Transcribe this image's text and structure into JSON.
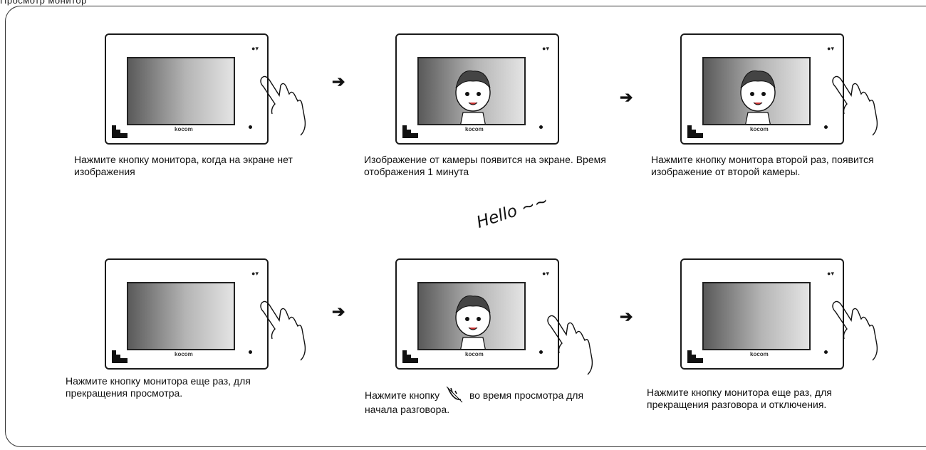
{
  "header": {
    "label": "Просмотр монитор"
  },
  "panels": [
    {
      "caption": "Нажмите кнопку монитора, когда на экране нет изображения",
      "screen": "blank"
    },
    {
      "caption": "Изображение от камеры появится на экране. Время отображения 1 минута",
      "screen": "visitor"
    },
    {
      "caption": "Нажмите кнопку монитора второй раз, появится изображение от второй камеры.",
      "screen": "visitor"
    },
    {
      "caption": "Нажмите кнопку монитора еще раз, для прекращения просмотра.",
      "screen": "blank"
    },
    {
      "caption_before": "Нажмите кнопку",
      "caption_after": "во время просмотра для начала разговора.",
      "screen": "visitor"
    },
    {
      "caption": "Нажмите кнопку монитора еще раз, для прекращения разговора и отключения.",
      "screen": "blank"
    }
  ],
  "brand": "kocom",
  "hello_text": "Hello ~~",
  "arrow_symbol": "➔",
  "icons": {
    "talk_button": "talk-hook-icon",
    "arrow": "right-arrow-icon",
    "hand": "pointing-hand-icon"
  }
}
